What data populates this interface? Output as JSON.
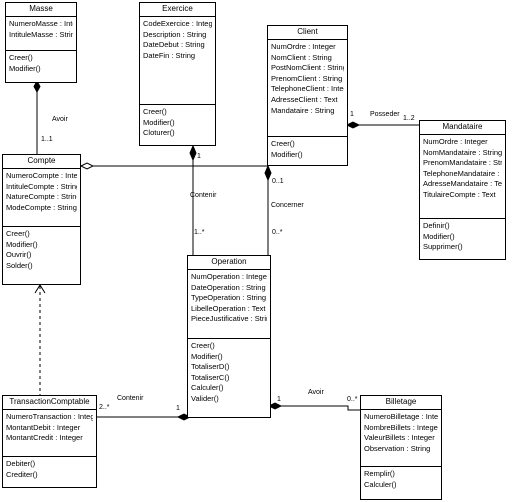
{
  "classes": {
    "masse": {
      "name": "Masse",
      "attributes": [
        "NumeroMasse : Integer",
        "IntituleMasse : String"
      ],
      "operations": [
        "Creer()",
        "Modifier()"
      ]
    },
    "exercice": {
      "name": "Exercice",
      "attributes": [
        "CodeExercice : Integer",
        "Description : String",
        "DateDebut : String",
        "DateFin : String"
      ],
      "operations": [
        "Creer()",
        "Modifier()",
        "Cloturer()"
      ]
    },
    "client": {
      "name": "Client",
      "attributes": [
        "NumOrdre : Integer",
        "NomClient : String",
        "PostNomClient : String",
        "PrenomClient : String",
        "TelephoneClient : Integer",
        "AdresseClient : Text",
        "Mandataire : String"
      ],
      "operations": [
        "Creer()",
        "Modifier()"
      ]
    },
    "mandataire": {
      "name": "Mandataire",
      "attributes": [
        "NumOrdre : Integer",
        "NomMandataire : String",
        "PrenomMandataire : String",
        "TelephoneMandataire : Integer",
        "AdresseMandataire : Text",
        "TitulaireCompte : Text"
      ],
      "operations": [
        "Definir()",
        "Modifier()",
        "Supprimer()"
      ]
    },
    "compte": {
      "name": "Compte",
      "attributes": [
        "NumeroCompte : Integer",
        "IntituleCompte : String",
        "NatureCompte : String",
        "ModeCompte : String"
      ],
      "operations": [
        "Creer()",
        "Modifier()",
        "Ouvrir()",
        "Solder()"
      ]
    },
    "operation": {
      "name": "Operation",
      "attributes": [
        "NumOperation : Integer",
        "DateOperation : String",
        "TypeOperation : String",
        "LibelleOperation : Text",
        "PieceJustificative : String"
      ],
      "operations": [
        "Creer()",
        "Modifier()",
        "TotaliserD()",
        "TotaliserC()",
        "Calculer()",
        "Valider()"
      ]
    },
    "transaction": {
      "name": "TransactionComptable",
      "attributes": [
        "NumeroTransaction : Integer",
        "MontantDebit : Integer",
        "MontantCredit : Integer"
      ],
      "operations": [
        "Debiter()",
        "Crediter()"
      ]
    },
    "billetage": {
      "name": "Billetage",
      "attributes": [
        "NumeroBilletage : Integer",
        "NombreBillets : Integer",
        "ValeurBillets : Integer",
        "Observation : String"
      ],
      "operations": [
        "Remplir()",
        "Calculer()"
      ]
    }
  },
  "labels": {
    "masse_compte_role": "Avoir",
    "masse_compte_mult": "1..1",
    "client_mandataire_role": "Posseder",
    "client_mandataire_mult_client": "1",
    "client_mandataire_mult_mandataire": "1..2",
    "exercice_operation_role": "Contenir",
    "exercice_operation_mult_operation": "1..*",
    "exercice_operation_mult_exercice": "1",
    "client_operation_mult_client": "0..1",
    "client_operation_role": "Concerner",
    "client_operation_mult_operation": "0..*",
    "transaction_operation_role": "Contenir",
    "transaction_operation_mult_transaction": "2..*",
    "transaction_operation_mult_operation": "1",
    "operation_billetage_role": "Avoir",
    "operation_billetage_mult_operation": "1",
    "operation_billetage_mult_billetage": "0..*"
  }
}
